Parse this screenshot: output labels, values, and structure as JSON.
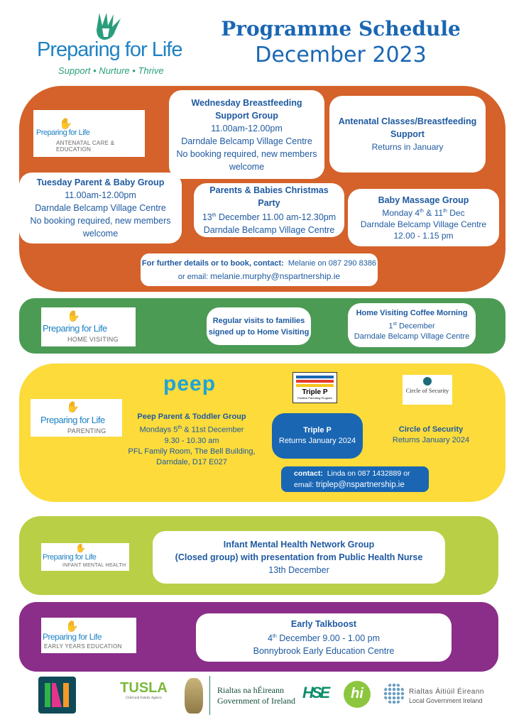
{
  "header": {
    "logo_name": "Preparing for Life",
    "tagline": "Support • Nurture • Thrive",
    "title": "Programme Schedule",
    "subtitle": "December 2023"
  },
  "colors": {
    "orange": "#D4622A",
    "green": "#4B9B54",
    "yellow": "#FCDB3A",
    "lime": "#B9CF46",
    "purple": "#8A2E89",
    "blue": "#1A66B3",
    "text": "#1F5AA0"
  },
  "antenatal": {
    "logo_name": "Preparing for Life",
    "logo_sub": "ANTENATAL CARE & EDUCATION",
    "wednesday": {
      "title1": "Wednesday Breastfeeding",
      "title2": "Support Group",
      "time": "11.00am-12.00pm",
      "place": "Darndale Belcamp Village Centre",
      "note1": "No booking required, new members",
      "note2": "welcome"
    },
    "classes": {
      "title1": "Antenatal Classes/Breastfeeding",
      "title2": "Support",
      "status": "Returns in January"
    },
    "tuesday": {
      "title": "Tuesday Parent & Baby Group",
      "time": "11.00am-12.00pm",
      "place": "Darndale Belcamp Village Centre",
      "note1": "No booking required, new members",
      "note2": "welcome"
    },
    "party": {
      "title1": "Parents & Babies Christmas",
      "title2": "Party",
      "day": "13",
      "day_sup": "th",
      "time": " December 11.00 am-12.30pm",
      "place": "Darndale Belcamp Village Centre"
    },
    "massage": {
      "title": "Baby Massage Group",
      "date_a": "Monday 4",
      "sup_a": "th",
      "date_b": " & 11",
      "sup_b": "th",
      "date_c": " Dec",
      "place": "Darndale Belcamp Village Centre",
      "time": "12.00 - 1.15 pm"
    },
    "contact": {
      "label": "For further details or to book, contact:",
      "name": "Melanie on 087 290 8386",
      "email_label": "or email:",
      "email": "melanie.murphy@nspartnership.ie"
    }
  },
  "home_visiting": {
    "logo_name": "Preparing for Life",
    "logo_sub": "HOME VISITING",
    "regular": {
      "line1": "Regular visits to families",
      "line2": "signed up to Home Visiting"
    },
    "coffee": {
      "title": "Home Visiting Coffee Morning",
      "day": "1",
      "day_sup": "st",
      "date": " December",
      "place": "Darndale Belcamp Village Centre"
    }
  },
  "parenting": {
    "logo_name": "Preparing for Life",
    "logo_sub": "PARENTING",
    "peep_logo": "peep",
    "peep": {
      "title": "Peep Parent & Toddler Group",
      "date_a": "Mondays 5",
      "sup_a": "th",
      "date_b": " & 11st December",
      "time": "9.30 - 10.30 am",
      "place1": "PFL Family Room, The Bell Building,",
      "place2": "Darndale, D17 E027"
    },
    "triplep_logo": "Triple P",
    "triplep_logo_sub": "Positive Parenting Program",
    "triplep": {
      "title": "Triple P",
      "status": "Returns January 2024"
    },
    "cos_logo": "Circle of Security",
    "cos": {
      "title": "Circle of Security",
      "status": "Returns January 2024"
    },
    "contact": {
      "label": "contact:",
      "name": "Linda  on 087 1432889 or",
      "email_label": "email:",
      "email": "triplep@nspartnership.ie"
    }
  },
  "infant": {
    "logo_name": "Preparing for Life",
    "logo_sub": "INFANT MENTAL HEALTH",
    "line1": "Infant Mental Health Network Group",
    "line2": "(Closed group) with presentation from Public Health Nurse",
    "date": "13th December"
  },
  "early_years": {
    "logo_name": "Preparing for Life",
    "logo_sub": "EARLY YEARS EDUCATION",
    "title": "Early Talkboost",
    "day": "4",
    "day_sup": "th",
    "time": " December 9.00 - 1.00 pm",
    "place": "Bonnybrook Early Education Centre"
  },
  "footer": {
    "tusla": "TUSLA",
    "tusla_sub": "Child and Family Agency",
    "gov1": "Rialtas na hÉireann",
    "gov2": "Government of Ireland",
    "hse": "HSE",
    "hi": "hi",
    "lgi1": "Rialtas Áitiúil Éireann",
    "lgi2": "Local Government Ireland"
  }
}
